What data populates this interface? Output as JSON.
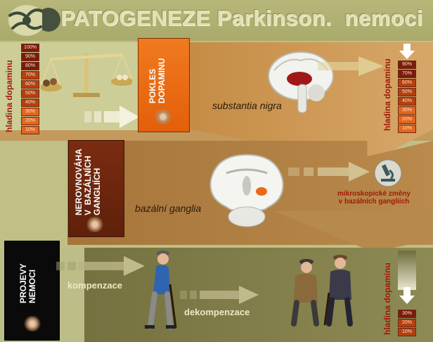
{
  "header": {
    "title": "PATOGENEZE Parkinson.  nemoci"
  },
  "boxes": {
    "pokles": "POKLES\nDOPAMINU",
    "nerovnovaha": "NEROVNOVÁHA\nV  BAZÁLNÍCH\nGANGLIÍCH",
    "projevy": "PROJEVY\nNEMOCI"
  },
  "labels": {
    "substantia_nigra": "substantia  nigra",
    "bazalni_ganglia": "bazální  ganglia",
    "mikroskopicke": "mikroskopické změny\nv bazálních gangliích",
    "kompenzace": "kompenzace",
    "dekompenzace": "dekompenzace",
    "hladina_left": "hladina dopaminu",
    "hladina_right_top": "hladina dopaminu",
    "hladina_right_bottom": "hladina dopaminu"
  },
  "scale_left": [
    "100%",
    "90%",
    "80%",
    "70%",
    "60%",
    "50%",
    "40%",
    "30%",
    "20%",
    "10%"
  ],
  "scale_right_top": [
    "90%",
    "70%",
    "60%",
    "50%",
    "40%",
    "30%",
    "20%",
    "10%"
  ],
  "scale_right_bottom": [
    "30%",
    "20%",
    "10%"
  ],
  "icons": {
    "logo": "neuron-logo-icon",
    "balance": "balance-scale-icon",
    "brain": "brain-sagittal-icon",
    "brain_coronal": "brain-coronal-icon",
    "microscope": "microscope-icon",
    "walker": "elderly-man-with-cane-icon",
    "sitting": "two-seated-elderly-men-icon"
  },
  "colors": {
    "accent_orange": "#e8691a",
    "dark_red": "#7a1c0d",
    "olive": "#6f6c3c"
  }
}
